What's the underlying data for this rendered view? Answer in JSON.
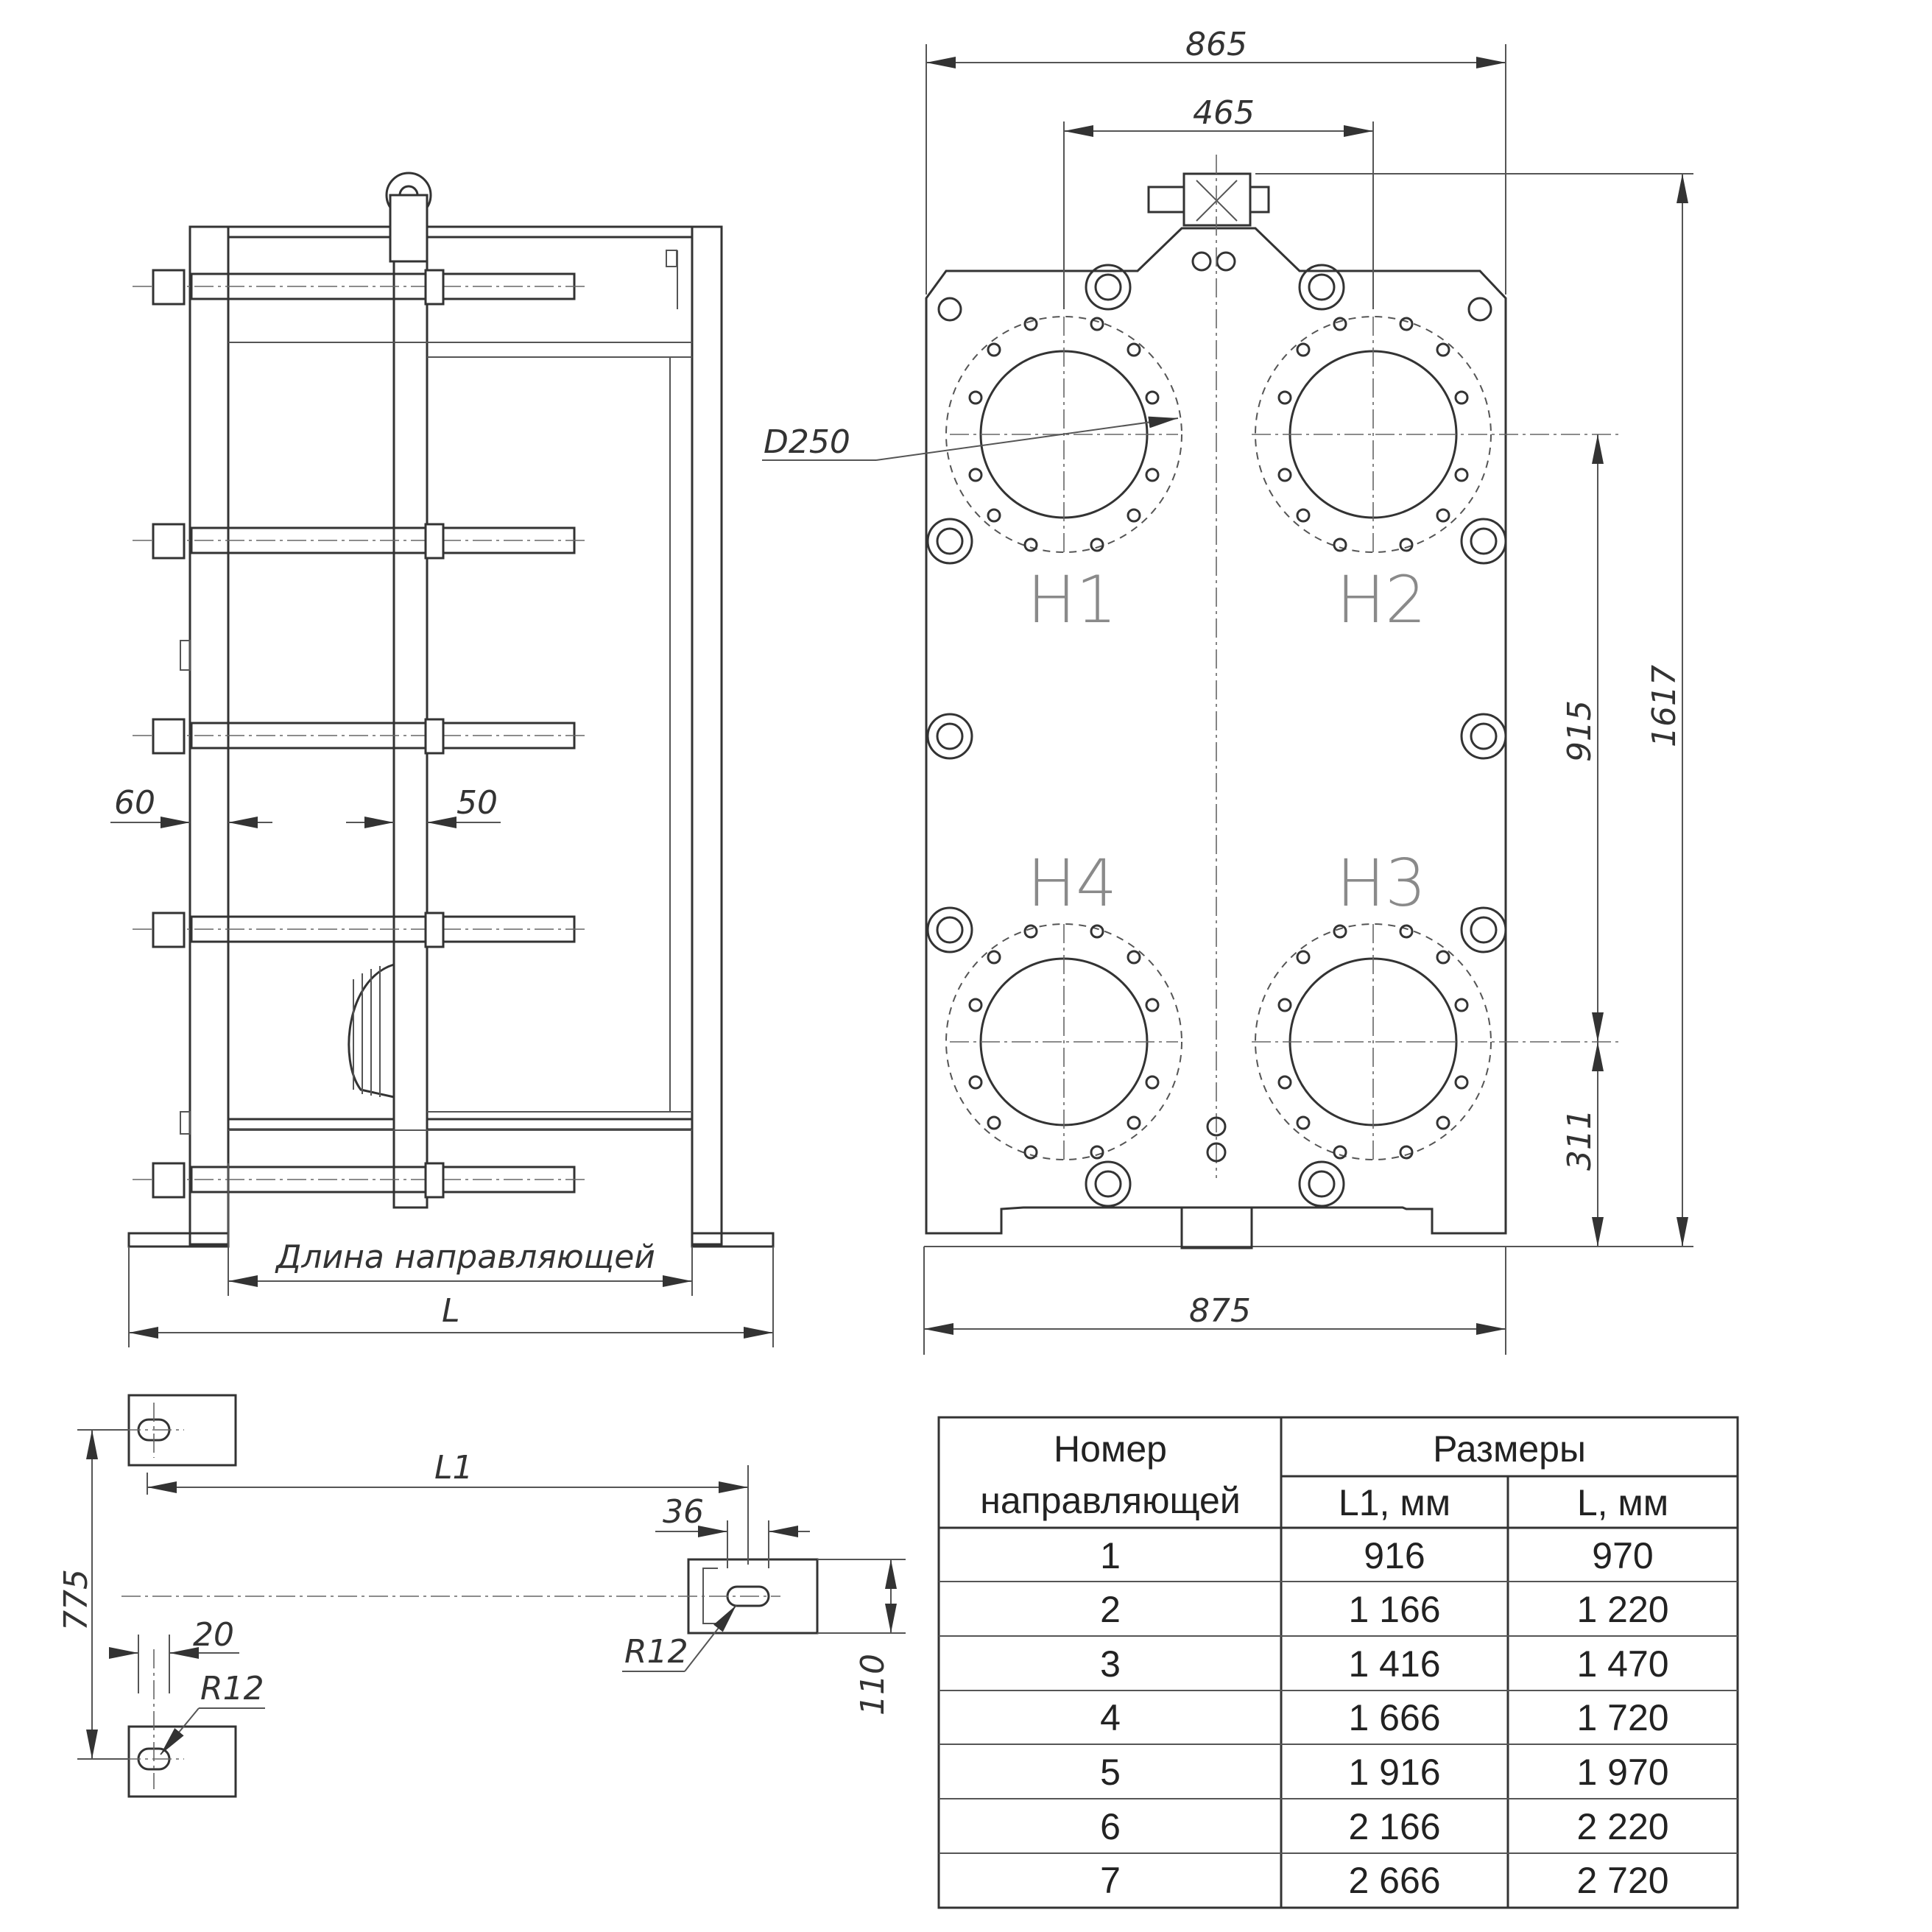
{
  "drawing": {
    "dims": {
      "width_top": "865",
      "ports_spacing": "465",
      "port_diameter": "D250",
      "height_total": "1617",
      "vertical_port_spacing": "915",
      "bottom_port_height": "311",
      "width_bottom": "875",
      "frame_plate_thickness": "60",
      "pressure_plate_thickness": "50",
      "guide_length_label": "Длина направляющей",
      "overall_length": "L",
      "guide_l1": "L1",
      "guide_height": "775",
      "slot_width_top": "36",
      "slot_width_bottom": "20",
      "slot_radius_right": "R12",
      "slot_radius_bottom": "R12",
      "guide_end_height": "110"
    },
    "ports": {
      "h1": "H1",
      "h2": "H2",
      "h3": "H3",
      "h4": "H4"
    }
  },
  "table": {
    "header_number_line1": "Номер",
    "header_number_line2": "направляющей",
    "header_sizes": "Размеры",
    "header_l1": "L1, мм",
    "header_l": "L, мм",
    "rows": [
      {
        "n": "1",
        "l1": "916",
        "l": "970"
      },
      {
        "n": "2",
        "l1": "1 166",
        "l": "1 220"
      },
      {
        "n": "3",
        "l1": "1 416",
        "l": "1 470"
      },
      {
        "n": "4",
        "l1": "1 666",
        "l": "1 720"
      },
      {
        "n": "5",
        "l1": "1 916",
        "l": "1 970"
      },
      {
        "n": "6",
        "l1": "2 166",
        "l": "2 220"
      },
      {
        "n": "7",
        "l1": "2 666",
        "l": "2 720"
      }
    ]
  }
}
